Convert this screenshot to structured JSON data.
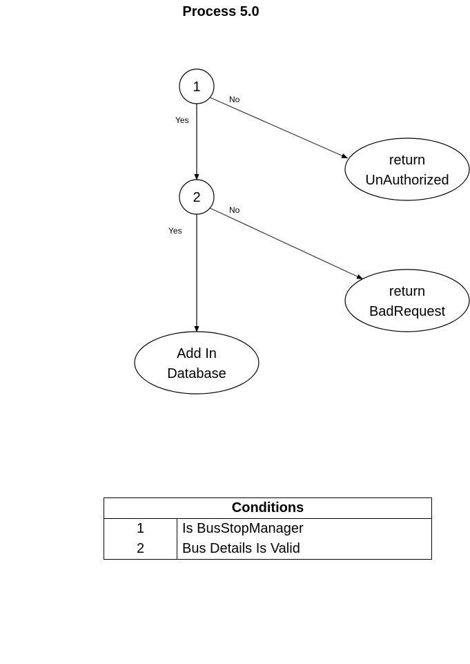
{
  "title": "Process 5.0",
  "nodes": {
    "decision_1": "1",
    "decision_2": "2",
    "unauthorized": [
      "return",
      "UnAuthorized"
    ],
    "bad_request": [
      "return",
      "BadRequest"
    ],
    "add_db": [
      "Add In",
      "Database"
    ]
  },
  "edges": {
    "d1_no": "No",
    "d1_yes": "Yes",
    "d2_no": "No",
    "d2_yes": "Yes"
  },
  "conditions": {
    "header": "Conditions",
    "rows": [
      {
        "id": "1",
        "text": "Is BusStopManager"
      },
      {
        "id": "2",
        "text": "Bus Details Is Valid"
      }
    ]
  },
  "colors": {
    "stroke": "#000000",
    "edge": "#333333",
    "background": "#ffffff"
  }
}
